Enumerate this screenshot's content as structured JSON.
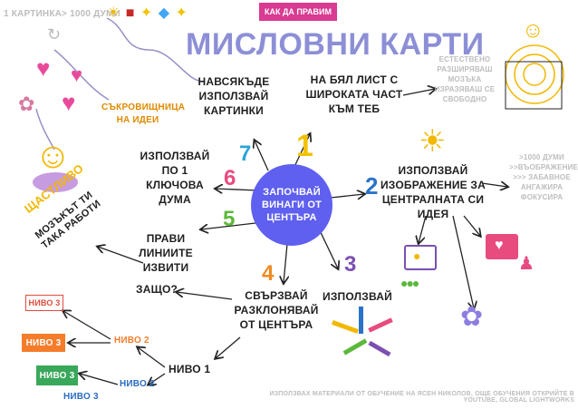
{
  "header": {
    "top_left": "1 картинка> 1000 думи",
    "tag": "КАК ДА ПРАВИМ",
    "title": "МИСЛОВНИ КАРТИ"
  },
  "center": "Започвай винаги от центъра",
  "branches": [
    {
      "num": "1",
      "text": "На бял лист с широката част към теб",
      "note": "естествено разширяваш мозъка изразяваш се свободно"
    },
    {
      "num": "2",
      "text": "Използвай изображение за централната си идея",
      "note": ">1000 думи >>въображение >>> забавное ангажира фокусира"
    },
    {
      "num": "3",
      "text": "Използвай"
    },
    {
      "num": "4",
      "text": "Свързвай разклонявай от центъра"
    },
    {
      "num": "5",
      "text": "Прави линиите извити"
    },
    {
      "num": "6",
      "text": "Използвай по 1 ключова дума"
    },
    {
      "num": "7",
      "text": "Навсякъде използвай картинки"
    }
  ],
  "left": {
    "treasury": "Съкровищница на идеи",
    "happy": "ЩАСТЛИВО",
    "brain_works": "Мозъкът ти така работи",
    "why": "Защо?"
  },
  "levels": {
    "n1": "ниво 1",
    "n2a": "ниво 2",
    "n2b": "ниво 2",
    "n3a": "ниво 3",
    "n3b": "ниво 3",
    "n3c": "ниво 3",
    "n3d": "ниво 3"
  },
  "footer": "Използвах материали от обучение на Ясен Николов, още обучения открийте в YouTube, Global Lightworks",
  "colors": {
    "title": "#8c8fd6",
    "tag_bg": "#d93a92",
    "n1": "#f2c200",
    "n2": "#2a73c9",
    "n3": "#7c4fb1",
    "n4": "#f08a21",
    "n5": "#5cb83c",
    "n6": "#e84b7e",
    "n7": "#2aa6d8",
    "center_fill": "#5f5ff0",
    "level3_red": "#e24b3c",
    "level3_orange": "#f57c2a",
    "level3_green": "#3aa85a",
    "level_blue": "#2a6cc4"
  },
  "icons": [
    "sun-icon",
    "book-icon",
    "sparkle-icon",
    "diamond-icon",
    "heart-icon",
    "brain-icon",
    "lightbulb-icon",
    "presenter-icon",
    "pencils-icon",
    "smiley-icon",
    "refresh-icon"
  ]
}
